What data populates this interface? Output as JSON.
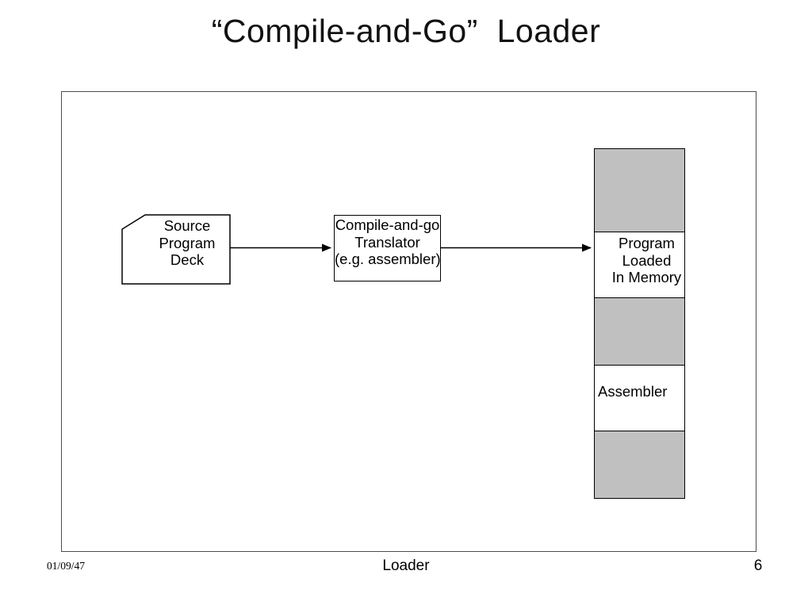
{
  "slide": {
    "title": "“Compile-and-Go”  Loader",
    "footer": {
      "date": "01/09/47",
      "center_label": "Loader",
      "page_number": "6"
    }
  },
  "diagram": {
    "source_deck": {
      "lines": [
        "Source",
        "Program",
        "Deck"
      ]
    },
    "translator": {
      "lines": [
        "Compile-and-go",
        "Translator",
        "(e.g. assembler)"
      ]
    },
    "memory": {
      "fill_color": "#c0c0c0",
      "cells": [
        {
          "type": "filled"
        },
        {
          "type": "label",
          "lines": [
            "Program",
            "Loaded",
            "In Memory"
          ]
        },
        {
          "type": "filled"
        },
        {
          "type": "label",
          "lines": [
            "Assembler"
          ]
        },
        {
          "type": "filled"
        }
      ]
    }
  }
}
